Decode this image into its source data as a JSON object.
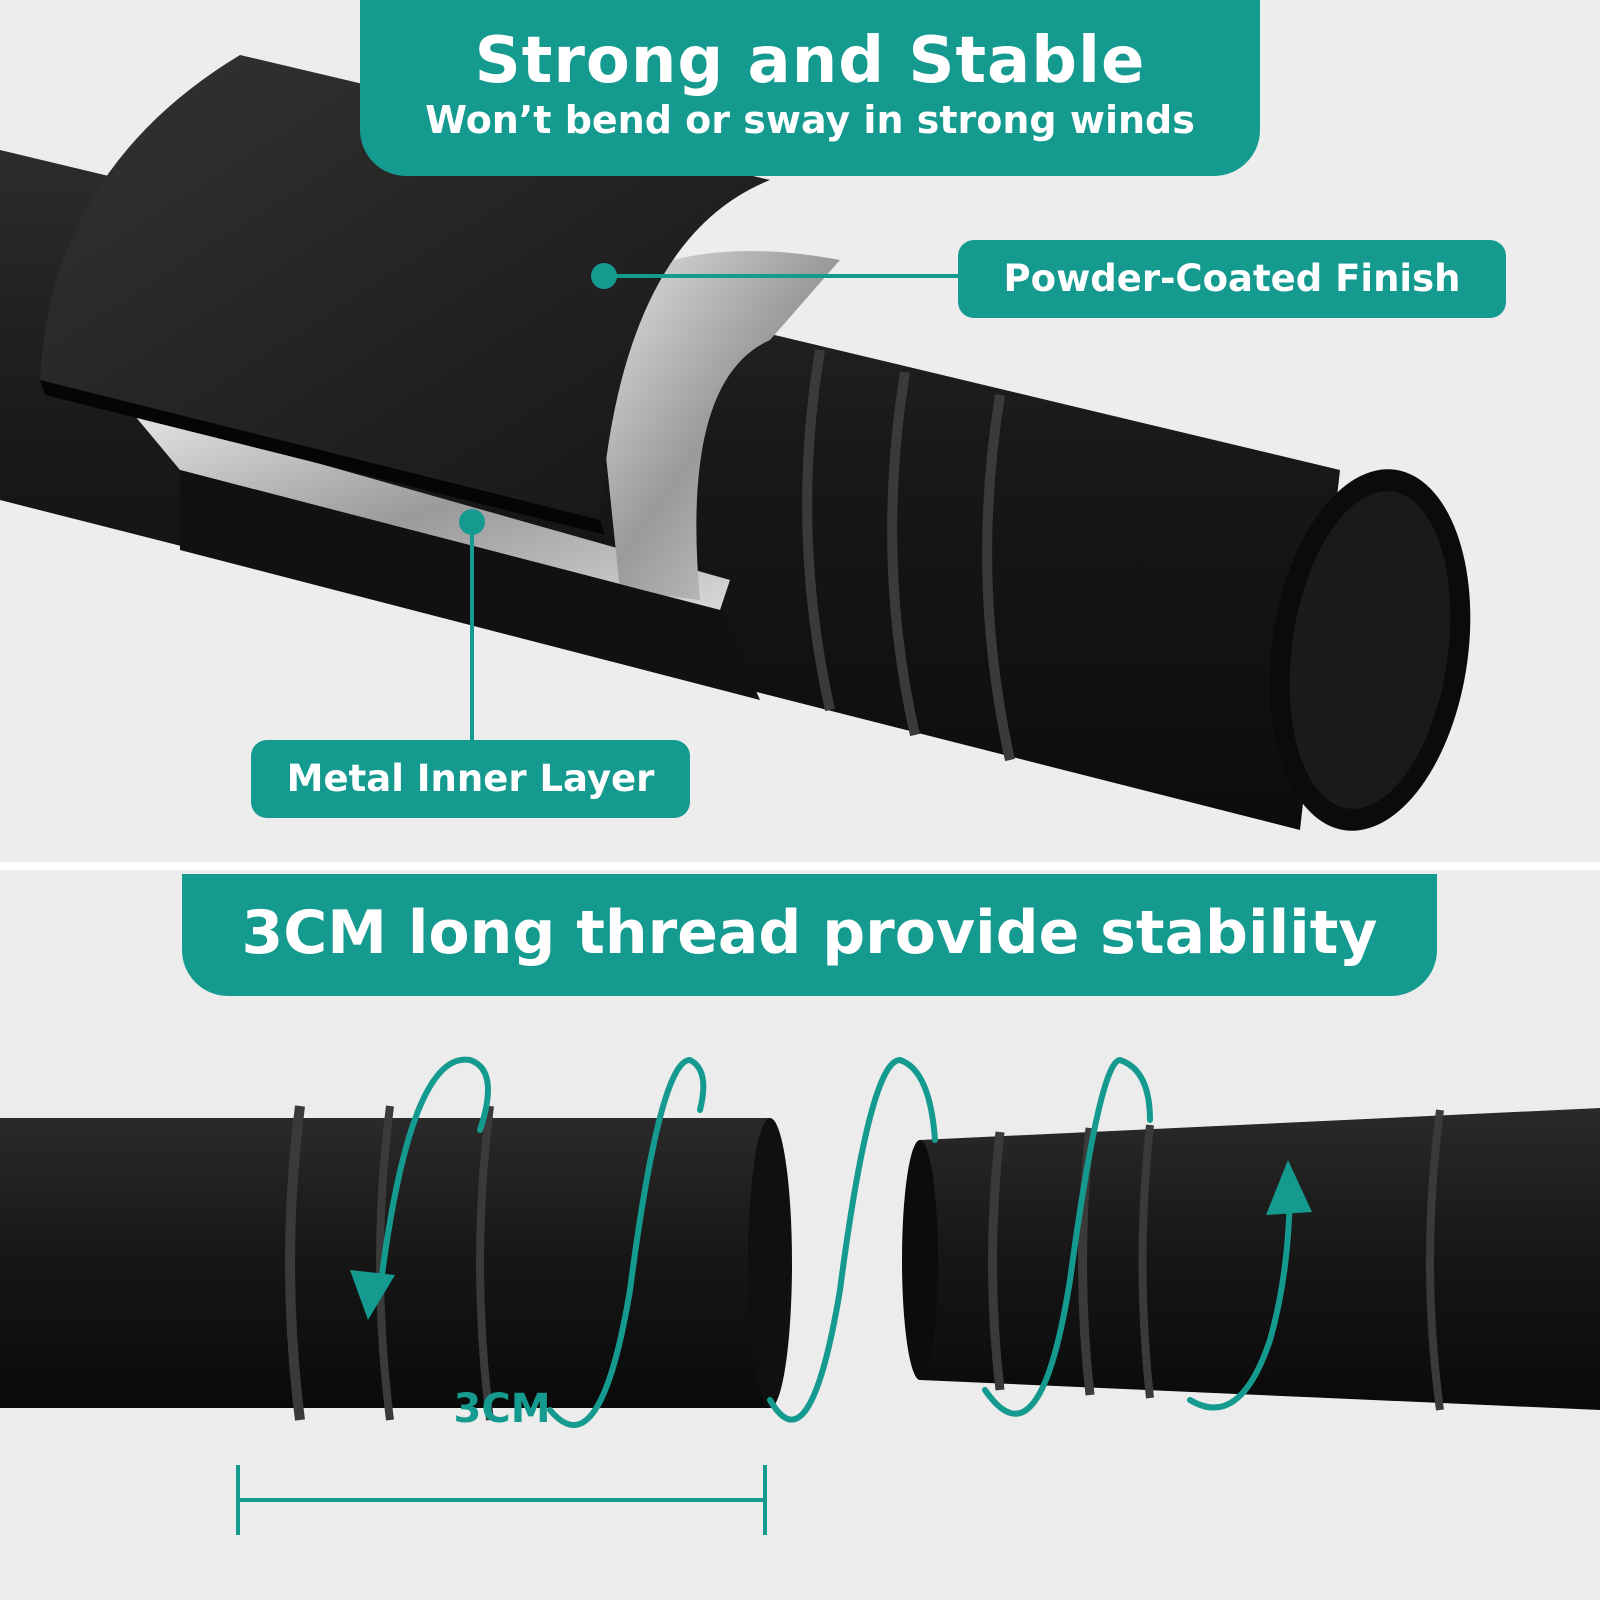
{
  "colors": {
    "accent": "#159a8f",
    "background": "#ececec",
    "rod": "#141414",
    "metal_layer": "#bfbfbf"
  },
  "top_section": {
    "header_title": "Strong and Stable",
    "header_subtitle": "Won’t bend or sway in strong winds",
    "callout_powder": "Powder-Coated Finish",
    "callout_metal": "Metal Inner Layer"
  },
  "bottom_section": {
    "header_title": "3CM long thread provide stability",
    "measure_label": "3CM"
  },
  "icons": [
    "rotate-down-arrow-icon",
    "rotate-up-arrow-icon"
  ]
}
